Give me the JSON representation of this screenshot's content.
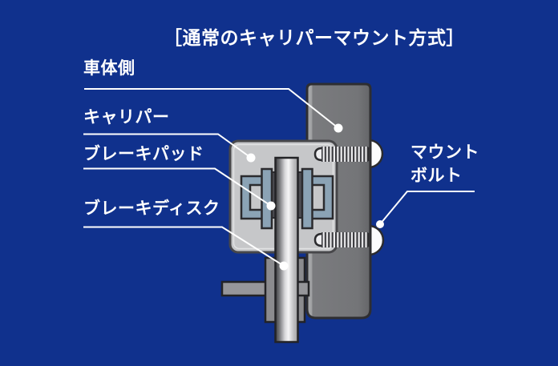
{
  "title": "［通常のキャリパーマウント方式］",
  "labels": {
    "body_side": "車体側",
    "caliper": "キャリパー",
    "brake_pad": "ブレーキパッド",
    "brake_disc": "ブレーキディスク",
    "mount_bolt_line1": "マウント",
    "mount_bolt_line2": "ボルト"
  },
  "colors": {
    "background": "#10318d",
    "label_text": "#ffffff",
    "leader_line": "#ffffff",
    "caliper_body": "#c6c7c9",
    "vehicle_body_bar": "#77787b",
    "pad_steel_blue": "#8ba3b5",
    "pad_friction_dark": "#4d4d52",
    "hub_gray": "#8b8b8e",
    "axle_gray": "#96969a",
    "bolt_head_white": "#fbfbfc",
    "bolt_thread_light": "#ededef",
    "outline_dark": "#2b2b2e"
  }
}
